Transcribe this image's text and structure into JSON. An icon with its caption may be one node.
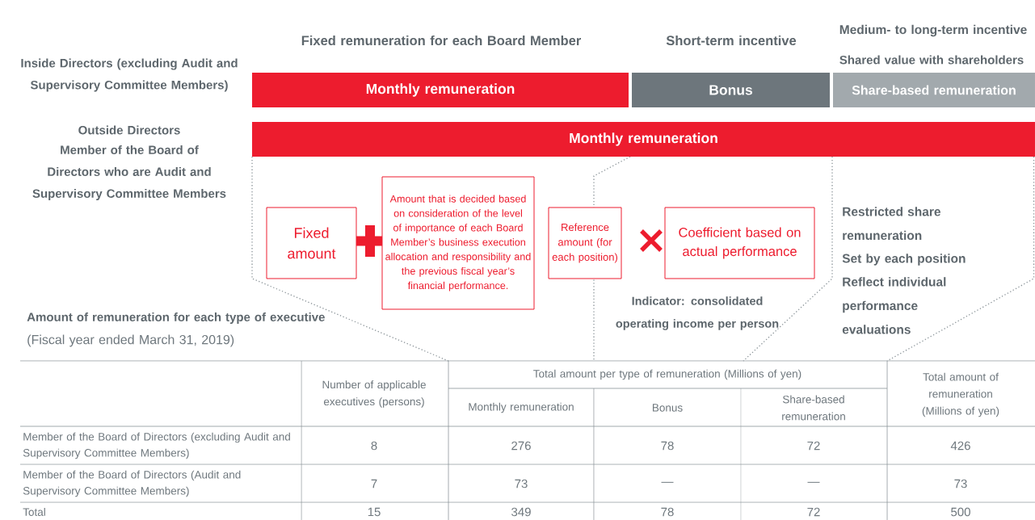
{
  "diagram": {
    "nodes": [
      {
        "text": [
          "Monthly remuneration"
        ]
      },
      {
        "text": [
          "Bonus"
        ]
      },
      {
        "text": [
          "Share-based remuneration"
        ]
      },
      {
        "text": [
          "Monthly remuneration"
        ]
      },
      {
        "text": [
          "Fixed amount"
        ]
      },
      {
        "text": [
          "Amount that is decided based on consideration of the level of importance of each Board Member’s business execution allocation and responsibility and the previous fiscal year’s financial performance."
        ]
      },
      {
        "text": [
          "Reference amount (for each position)"
        ]
      },
      {
        "text": [
          "Coefficient based on actual performance"
        ]
      }
    ],
    "labels": [
      "Fixed remuneration for each Board Member",
      "Short-term incentive",
      "Medium- to long-term incentive",
      "Shared value with shareholders",
      "Inside Directors (excluding Audit and Supervisory Committee Members)",
      "Outside Directors",
      "Member of the Board of Directors who are Audit and Supervisory Committee Members",
      "Indicator: consolidated operating income per person",
      "Restricted share remuneration",
      "Set by each position",
      "Reflect individual performance evaluations",
      "Amount of remuneration for each type of executive",
      "(Fiscal year ended March 31, 2019)",
      "Number of applicable executives (persons)",
      "Total amount per type of remuneration (Millions of yen)",
      "Total amount of remuneration (Millions of yen)",
      "Monthly remuneration",
      "Bonus",
      "Share-based remuneration",
      "Member of the Board of Directors (excluding Audit and Supervisory Committee Members)",
      "8",
      "276",
      "78",
      "72",
      "426",
      "Member of the Board of Directors (Audit and Supervisory Committee Members)",
      "7",
      "73",
      "—",
      "—",
      "73",
      "Total",
      "15",
      "349",
      "78",
      "72",
      "500"
    ]
  }
}
